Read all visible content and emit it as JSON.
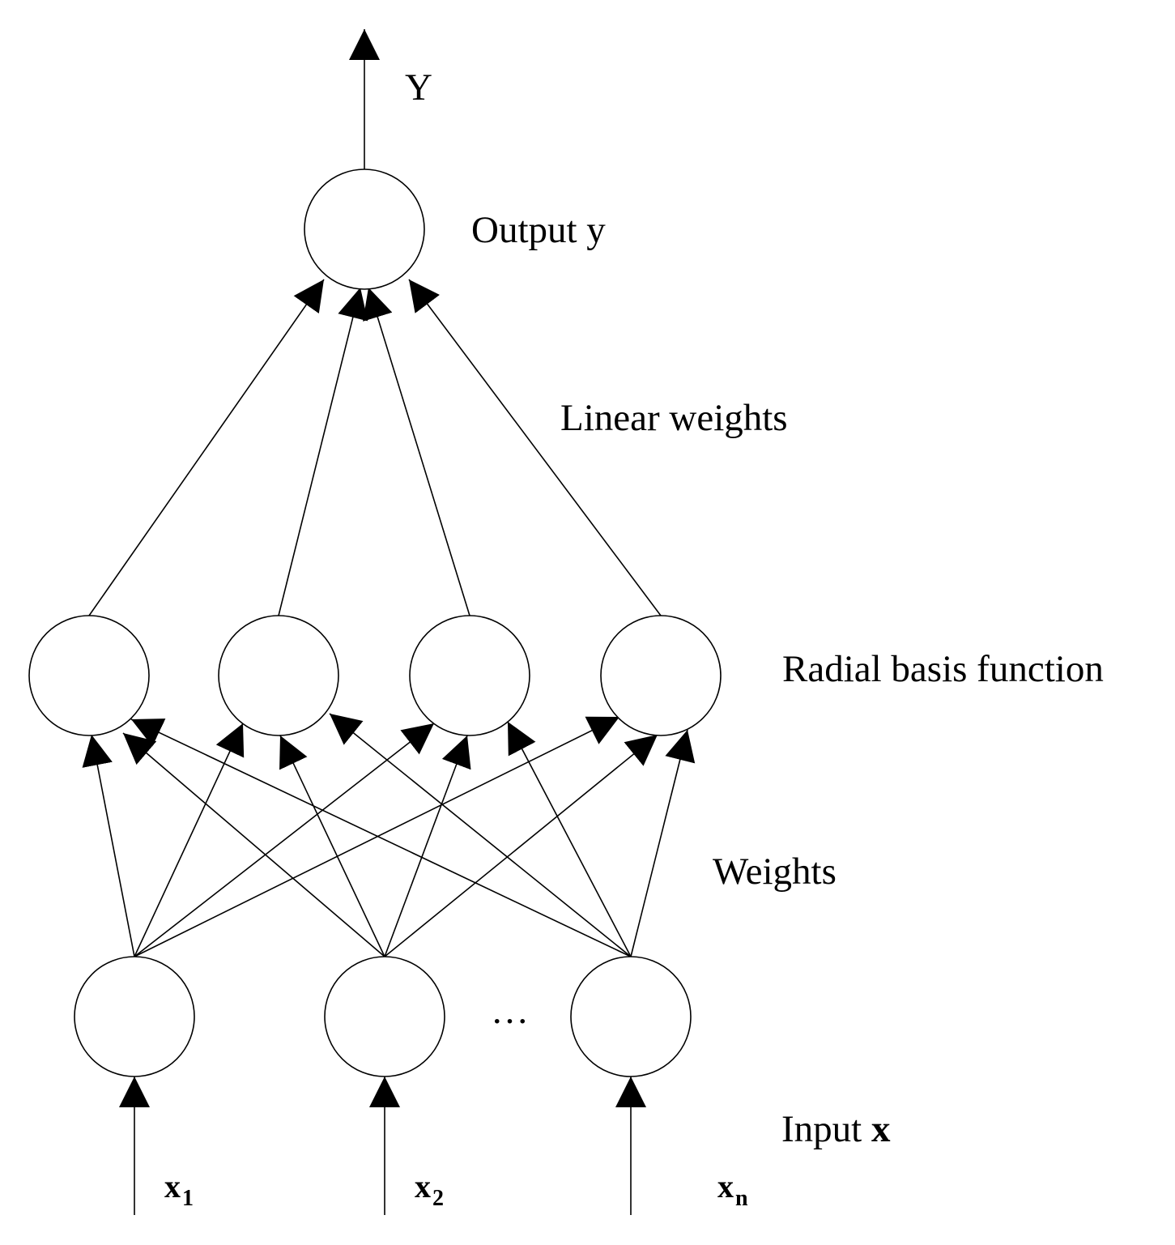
{
  "labels": {
    "output_symbol": "Y",
    "output_layer": "Output y",
    "linear_weights": "Linear weights",
    "rbf_layer": "Radial basis function",
    "weights": "Weights",
    "input_layer_prefix": "Input ",
    "input_layer_symbol": "x",
    "ellipsis": "…"
  },
  "inputs": [
    {
      "base": "x",
      "sub": "1"
    },
    {
      "base": "x",
      "sub": "2"
    },
    {
      "base": "x",
      "sub": "n"
    }
  ],
  "colors": {
    "stroke": "#000000",
    "background": "#ffffff"
  }
}
